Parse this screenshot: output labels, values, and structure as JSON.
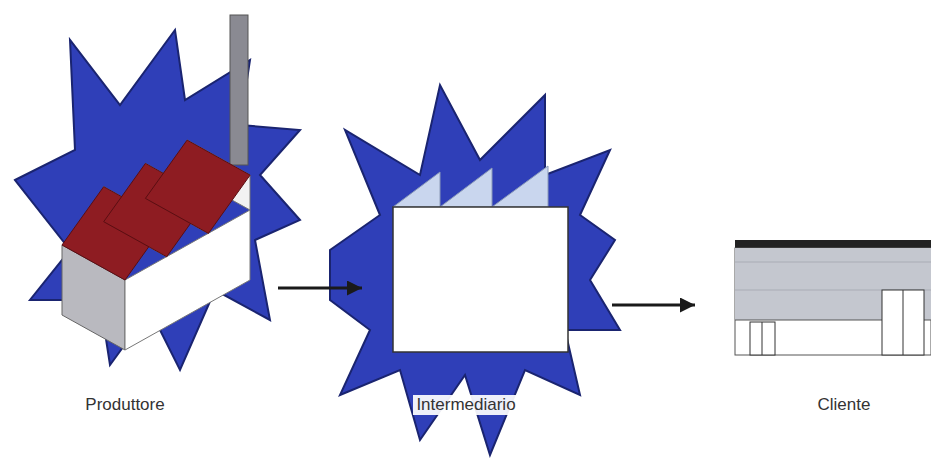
{
  "diagram": {
    "nodes": [
      {
        "text": [
          "Produttore"
        ]
      },
      {
        "text": [
          "Intermediario"
        ]
      },
      {
        "text": [
          "Cliente"
        ]
      }
    ],
    "edges": [
      {
        "from": 0,
        "to": 1,
        "arrow": "to"
      },
      {
        "from": 1,
        "to": 2,
        "arrow": "to"
      }
    ]
  }
}
